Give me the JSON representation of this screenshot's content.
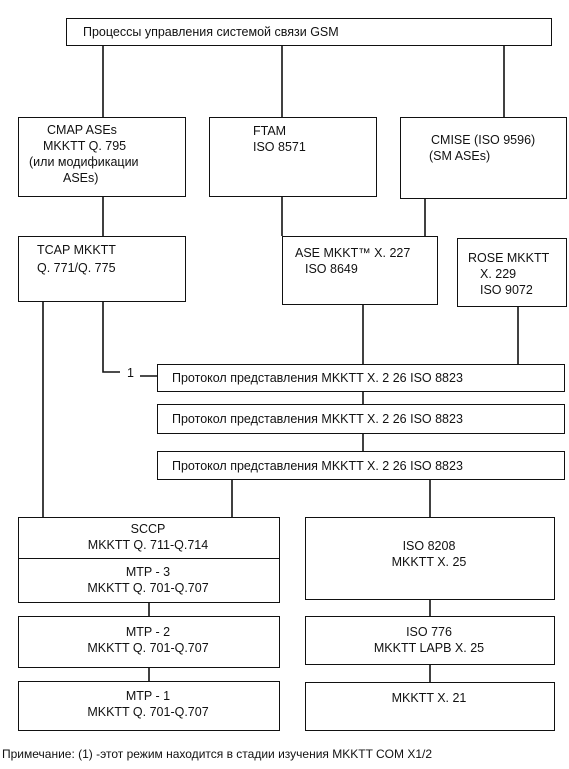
{
  "diagram": {
    "top": "Процессы управления системой связи GSM",
    "cmap": [
      "CMAP ASEs",
      "MKKTT Q. 795",
      "(или модификации",
      "ASEs)"
    ],
    "ftam": [
      "FTAM",
      "ISO 8571"
    ],
    "cmise": [
      "CMISE (ISO 9596)",
      "(SM ASEs)"
    ],
    "tcap": [
      "TCAP MKKTT",
      "Q. 771/Q. 775"
    ],
    "ase": [
      "ASE MKKT™ X. 227",
      "ISO 8649"
    ],
    "rose": [
      "ROSE MKKTT",
      "X. 229",
      "ISO 9072"
    ],
    "marker": "1",
    "proto1": "Протокол представления MKKTT X. 2 26 ISO 8823",
    "proto2": "Протокол представления MKKTT X. 2 26 ISO 8823",
    "proto3": "Протокол представления MKKTT X. 2 26 ISO 8823",
    "sccp": [
      "SCCP",
      "MKKTT Q. 711-Q.714"
    ],
    "mtp3": [
      "MTP - 3",
      "MKKTT Q. 701-Q.707"
    ],
    "mtp2": [
      "MTP - 2",
      "MKKTT Q. 701-Q.707"
    ],
    "mtp1": [
      "MTP - 1",
      "MKKTT Q. 701-Q.707"
    ],
    "iso8208": [
      "ISO 8208",
      "MKKTT X. 25"
    ],
    "iso776": [
      "ISO 776",
      "MKKTT LAPB X. 25"
    ],
    "x21": "MKKTT X. 21",
    "note": "Примечание: (1) -этот режим находится в стадии изучения MKKTT COM X1/2"
  }
}
